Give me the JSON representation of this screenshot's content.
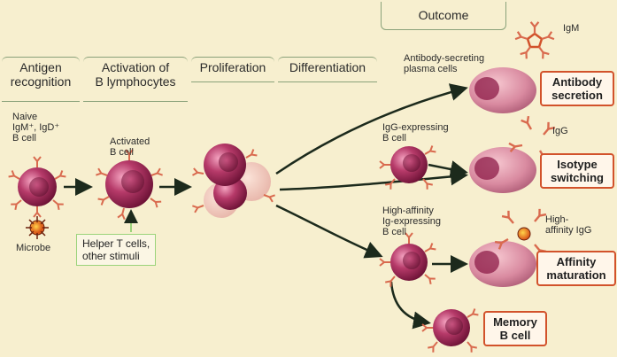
{
  "stages": {
    "antigen_recognition": "Antigen\nrecognition",
    "activation": "Activation of\nB lymphocytes",
    "proliferation": "Proliferation",
    "differentiation": "Differentiation",
    "outcome": "Outcome"
  },
  "labels": {
    "naive_cell": "Naive\nIgM⁺, IgD⁺\nB cell",
    "microbe": "Microbe",
    "activated_cell": "Activated\nB cell",
    "helper": "Helper T cells,\nother stimuli",
    "plasma_cells": "Antibody-secreting\nplasma cells",
    "igg_cell": "IgG-expressing\nB cell",
    "high_affinity_cell": "High-affinity\nIg-expressing\nB cell",
    "igm": "IgM",
    "igg": "IgG",
    "high_affinity_igg": "High-\naffinity IgG"
  },
  "outcomes": {
    "antibody_secretion": "Antibody\nsecretion",
    "isotype_switching": "Isotype\nswitching",
    "affinity_maturation": "Affinity\nmaturation",
    "memory_b_cell": "Memory\nB cell"
  },
  "colors": {
    "background": "#f7efcf",
    "cell": "#8e1c48",
    "receptor": "#d96a4e",
    "outcome_border": "#d2522b",
    "helper_border": "#9bd37a"
  }
}
